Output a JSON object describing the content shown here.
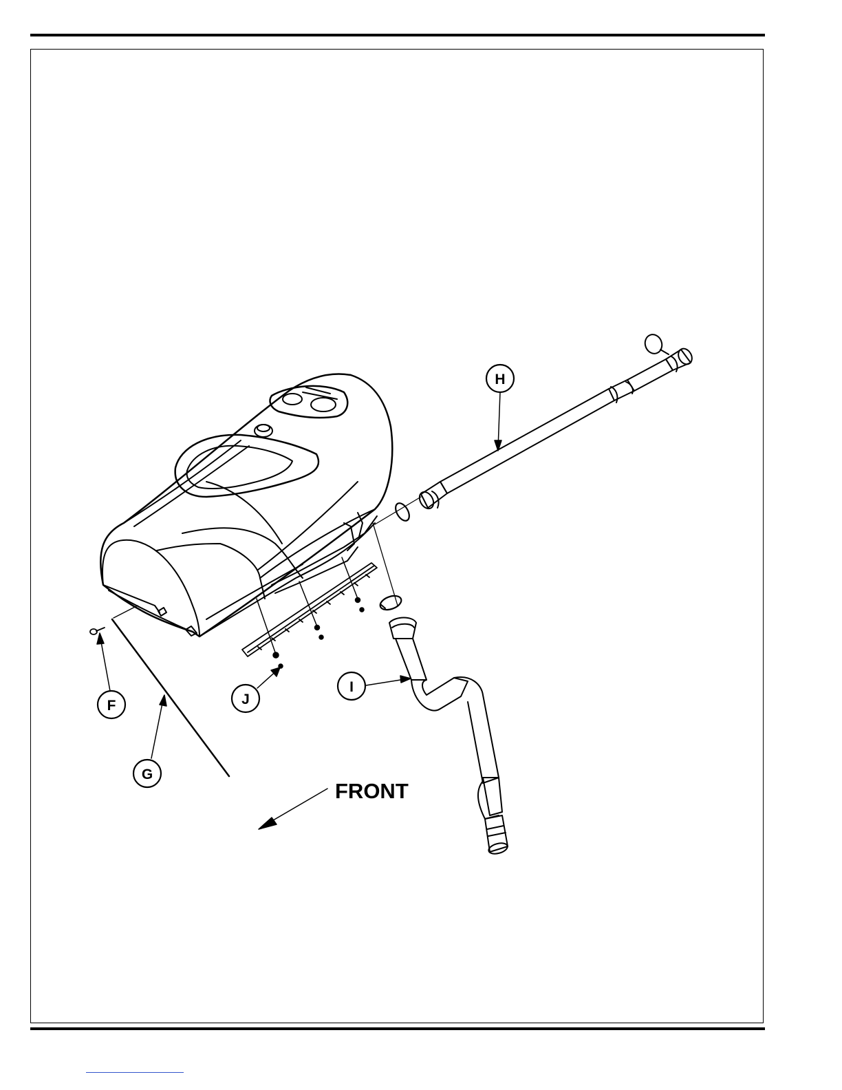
{
  "diagram": {
    "callouts": {
      "f": "F",
      "g": "G",
      "h": "H",
      "i": "I",
      "j": "J"
    },
    "direction_label": "FRONT"
  }
}
